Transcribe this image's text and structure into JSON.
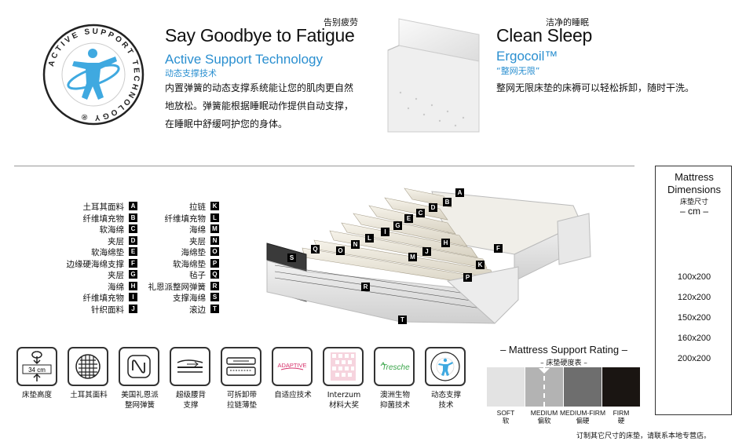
{
  "header": {
    "badge_ring_text": "ACTIVE SUPPORT TECHNOLOGY",
    "badge_ring_mark": "®",
    "fatigue_cn": "告别疲劳",
    "fatigue_title": "Say Goodbye to Fatigue",
    "ast_title": "Active Support Technology",
    "ast_cn": "动态支撑技术",
    "ast_body": [
      "内置弹簧的动态支撑系统能让您的肌肉更自然",
      "地放松。弹簧能根据睡眠动作提供自动支撑，",
      "在睡眠中舒缓呵护您的身体。"
    ],
    "clean_cn": "洁净的睡眠",
    "clean_title": "Clean Sleep",
    "ergo_title": "Ergocoil™",
    "ergo_cn": "“整网无限”",
    "clean_body": "整网无限床垫的床褥可以轻松拆卸，随时干洗。"
  },
  "layers_left": [
    {
      "label": "土耳其面料",
      "key": "A"
    },
    {
      "label": "纤维填充物",
      "key": "B"
    },
    {
      "label": "软海绵",
      "key": "C"
    },
    {
      "label": "夹层",
      "key": "D"
    },
    {
      "label": "软海绵垫",
      "key": "E"
    },
    {
      "label": "边缘硬海绵支撑",
      "key": "F"
    },
    {
      "label": "夹层",
      "key": "G"
    },
    {
      "label": "海绵",
      "key": "H"
    },
    {
      "label": "纤维填充物",
      "key": "I"
    },
    {
      "label": "针织面料",
      "key": "J"
    }
  ],
  "layers_right": [
    {
      "label": "拉链",
      "key": "K"
    },
    {
      "label": "纤维填充物",
      "key": "L"
    },
    {
      "label": "海绵",
      "key": "M"
    },
    {
      "label": "夹层",
      "key": "N"
    },
    {
      "label": "海绵垫",
      "key": "O"
    },
    {
      "label": "软海绵垫",
      "key": "P"
    },
    {
      "label": "毡子",
      "key": "Q"
    },
    {
      "label": "礼恩派整网弹簧",
      "key": "R"
    },
    {
      "label": "支撑海绵",
      "key": "S"
    },
    {
      "label": "滚边",
      "key": "T"
    }
  ],
  "features": [
    {
      "icon": "height-icon",
      "label": "床垫高度",
      "icon_text": "34 cm"
    },
    {
      "icon": "fabric-icon",
      "label": "土耳其面料"
    },
    {
      "icon": "spring-icon",
      "label": "美国礼恩派\n整网弹簧"
    },
    {
      "icon": "lumbar-icon",
      "label": "超级腰背\n支撑"
    },
    {
      "icon": "removable-cover-icon",
      "label": "可拆卸带\n拉链薄垫"
    },
    {
      "icon": "adaptive-icon",
      "label": "自适应技术",
      "icon_text": "ADAPTIVE"
    },
    {
      "icon": "interzum-award-icon",
      "label": "Interzum\n材料大奖"
    },
    {
      "icon": "tresche-icon",
      "label": "澳洲生物\n抑菌技术",
      "icon_text": "Tresche"
    },
    {
      "icon": "active-support-icon",
      "label": "动态支撑\n技术"
    }
  ],
  "dimensions": {
    "title_line1": "Mattress",
    "title_line2": "Dimensions",
    "title_cn": "床垫尺寸",
    "unit": "– cm –",
    "sizes": [
      "100x200",
      "120x200",
      "150x200",
      "160x200",
      "200x200"
    ]
  },
  "rating": {
    "title": "– Mattress Support Rating –",
    "title_cn": "– 床垫硬度表 –",
    "levels": [
      {
        "en": "SOFT",
        "cn": "软",
        "color": "#e3e3e3"
      },
      {
        "en": "MEDIUM",
        "cn": "偏软",
        "color": "#b3b3b3"
      },
      {
        "en": "MEDIUM-FIRM",
        "cn": "偏硬",
        "color": "#6e6e6e"
      },
      {
        "en": "FIRM",
        "cn": "硬",
        "color": "#1a1512"
      }
    ],
    "selected_level": "MEDIUM",
    "footnote": "订制其它尺寸的床垫，请联系本地专营店。"
  },
  "diagram_keys": [
    "A",
    "B",
    "C",
    "D",
    "E",
    "F",
    "G",
    "H",
    "I",
    "J",
    "K",
    "L",
    "M",
    "N",
    "O",
    "P",
    "Q",
    "R",
    "S",
    "T"
  ]
}
